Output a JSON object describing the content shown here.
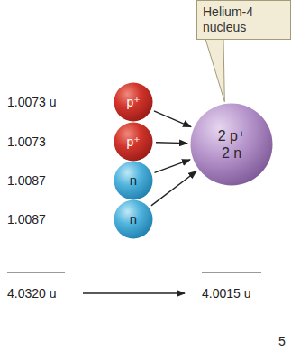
{
  "diagram": {
    "nodes": [
      {
        "text": [
          "p⁺"
        ]
      },
      {
        "text": [
          "p⁺"
        ]
      },
      {
        "text": [
          "n"
        ]
      },
      {
        "text": [
          "n"
        ]
      },
      {
        "text": [
          "2 p⁺",
          "2 n"
        ]
      },
      {
        "text": [
          "Helium-4 nucleus"
        ]
      }
    ],
    "edges": [
      {
        "from": 0,
        "to": 4,
        "arrow": "to"
      },
      {
        "from": 1,
        "to": 4,
        "arrow": "to"
      },
      {
        "from": 2,
        "to": 4,
        "arrow": "to"
      },
      {
        "from": 3,
        "to": 4,
        "arrow": "to"
      },
      {
        "from": 5,
        "to": 4,
        "arrow": "none"
      }
    ],
    "labels": [
      "1.0073 u",
      "1.0073",
      "1.0087",
      "1.0087",
      "4.0320 u",
      "4.0015 u",
      "5"
    ]
  }
}
